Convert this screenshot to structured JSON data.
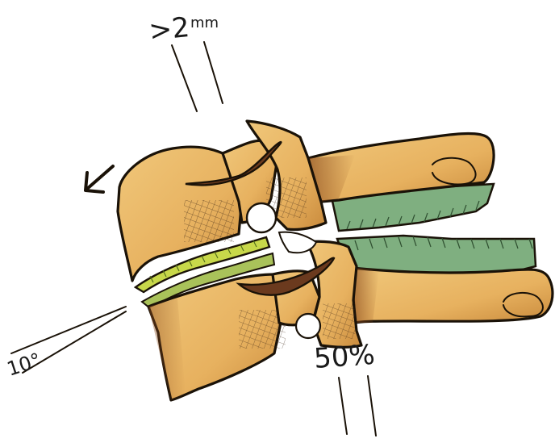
{
  "labels": {
    "displacement_value": ">2",
    "displacement_unit": "mm",
    "percent": "50%",
    "angle": "10°"
  },
  "colors": {
    "bone": "#e9b766",
    "bone_shadow": "#9a5a24",
    "disc": "#7faf80",
    "disc_light": "#c8d84a",
    "outline": "#1a1208",
    "facet": "#6b3a1e"
  },
  "icons": {
    "arrow": "arrow-down-left-icon"
  }
}
